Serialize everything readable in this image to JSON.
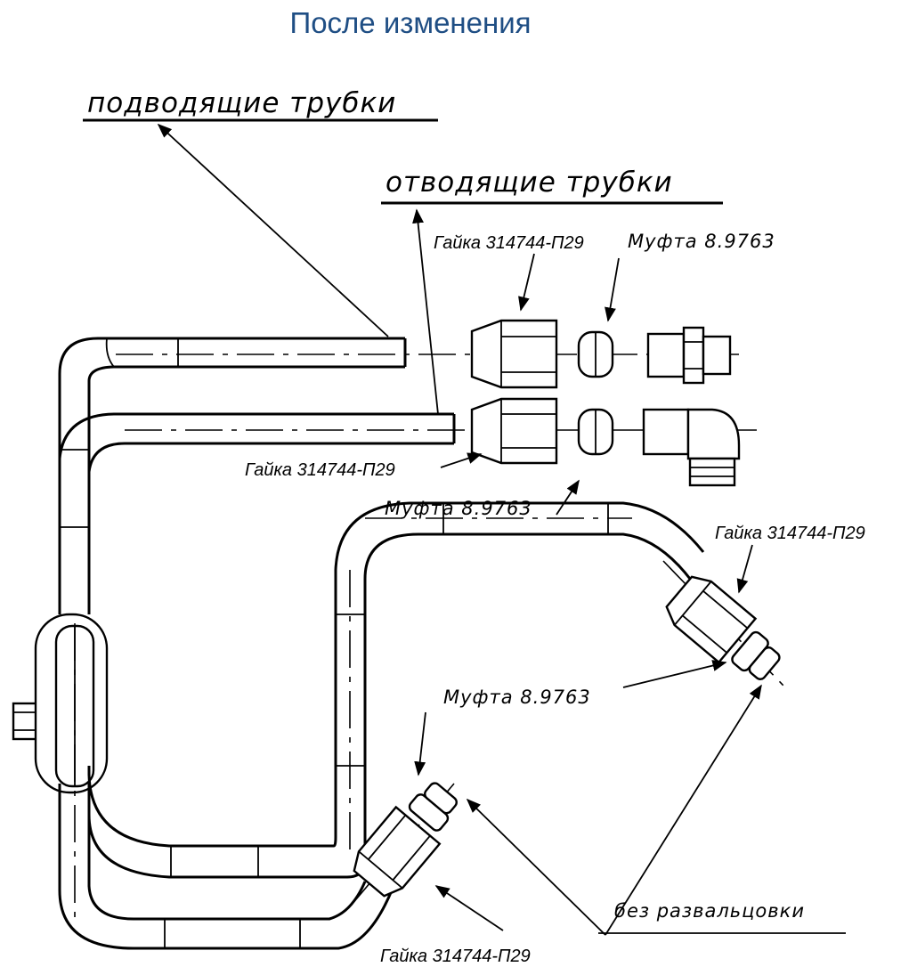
{
  "title": "После изменения",
  "labels": {
    "supply_tubes": "подводящие трубки",
    "return_tubes": "отводящие трубки",
    "nut_top": "Гайка 314744-П29",
    "coupling_top": "Муфта 8.9763",
    "nut_mid": "Гайка 314744-П29",
    "coupling_mid": "Муфта 8.9763",
    "nut_right": "Гайка 314744-П29",
    "coupling_low": "Муфта 8.9763",
    "no_flaring": "без развальцовки",
    "nut_bottom": "Гайка 314744-П29"
  },
  "colors": {
    "title": "#1f4e84",
    "lines": "#000000"
  }
}
